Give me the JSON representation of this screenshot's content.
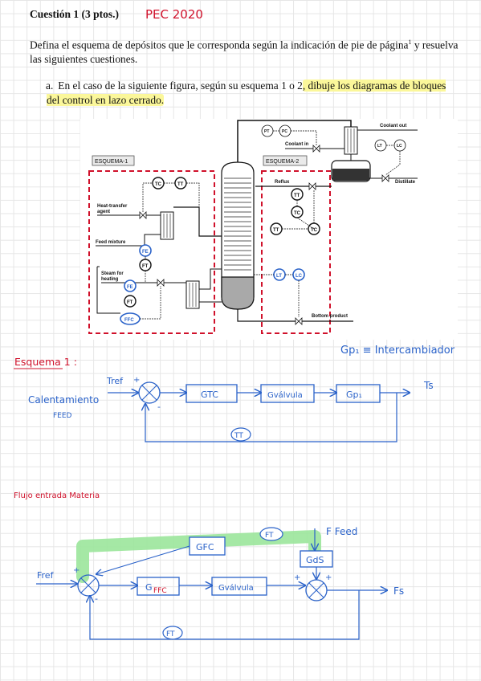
{
  "question": {
    "title": "Cuestión 1 (3 ptos.)",
    "annotation": "PEC 2020",
    "intro": "Defina el esquema de depósitos que le corresponda según la indicación de pie de página",
    "intro_sup": "1",
    "intro_end": " y resuelva las siguientes cuestiones.",
    "item_a_label": "a.",
    "item_a_text": "En el caso de la siguiente figura, según su esquema 1 o 2",
    "item_a_highlight": ", dibuje los diagramas de bloques del control en lazo cerrado."
  },
  "pid": {
    "esquema1": "ESQUEMA-1",
    "esquema2": "ESQUEMA-2",
    "heat_transfer": "Heat-transfer",
    "agent": "agent",
    "feed_mixture": "Feed mixture",
    "steam_for": "Steam for",
    "heating": "heating",
    "coolant_out": "Coolant out",
    "coolant_in": "Coolant in",
    "reflux": "Reflux",
    "distillate": "Distillate",
    "bottom_product": "Bottom product",
    "tags": {
      "tc": "TC",
      "tt": "TT",
      "fe": "FE",
      "ft": "FT",
      "ffc": "FFC",
      "lt": "LT",
      "lc": "LC",
      "tt2": "TT",
      "tc2": "TC",
      "tt3": "TT",
      "tc3": "TC",
      "pt": "PT",
      "pc": "PC",
      "lt2": "LT",
      "lc2": "LC"
    }
  },
  "notes": {
    "gp_def": "Gp₁ ≡ Intercambiador",
    "esquema_label": "Esquema 1 :",
    "calentamiento": "Calentamiento",
    "feed": "FEED",
    "flujo_label": "Flujo entrada Materia"
  },
  "loop1": {
    "input": "Tref",
    "plus": "+",
    "minus": "-",
    "block1": "GTC",
    "block2": "Gválvula",
    "block3": "Gp₁",
    "output": "Ts",
    "sensor": "TT"
  },
  "loop2": {
    "input": "Fref",
    "plus": "+",
    "minus": "-",
    "block1_base": "G",
    "block1_sub": "FFC",
    "block2": "Gválvula",
    "ffc": "GFC",
    "ft_top": "FT",
    "disturbance": "F Feed",
    "gds": "GdS",
    "plus2": "+",
    "plus3": "+",
    "output": "Fs",
    "sensor": "FT"
  },
  "colors": {
    "ink_blue": "#2a62c9",
    "red": "#d0112b",
    "highlight": "#fbf79a",
    "green_highlight": "#9be59b",
    "gray_liquid": "#a9a9a9"
  }
}
